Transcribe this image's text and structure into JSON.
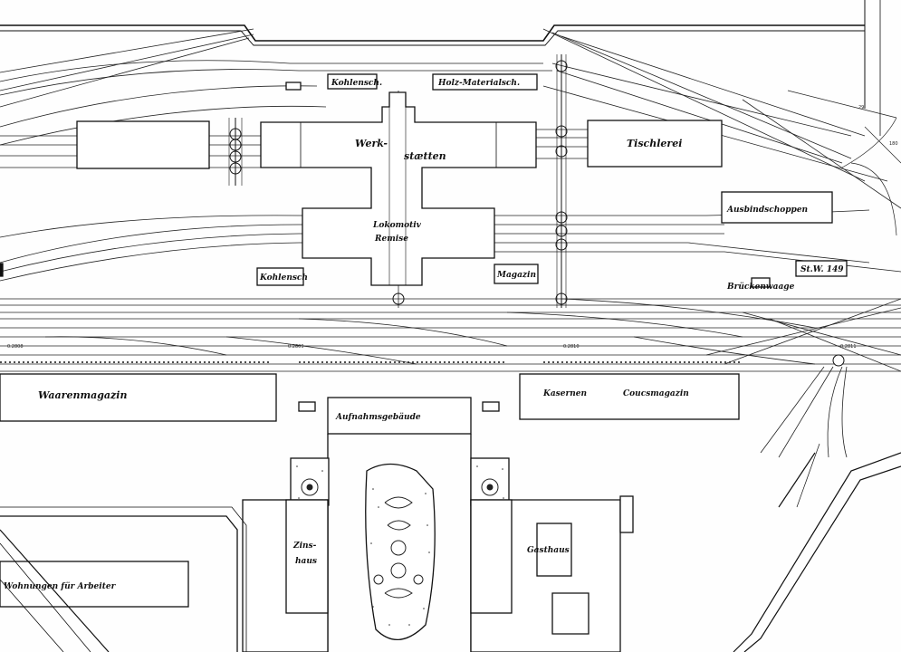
{
  "plan": {
    "buildings": {
      "kohlensch_top": "Kohlensch.",
      "holz_materialsch": "Holz-Materialsch.",
      "werkstaetten_1": "Werk-",
      "werkstaetten_2": "stætten",
      "tischlerei": "Tischlerei",
      "ausbindschoppen": "Ausbindschoppen",
      "lokomotiv": "Lokomotiv",
      "remise": "Remise",
      "kohlensch_mid": "Kohlensch",
      "magazin": "Magazin",
      "stw": "St.W. 149",
      "brueckenwaage": "Brückenwaage",
      "waarenmagazin": "Waarenmagazin",
      "aufnahmsgebaeude": "Aufnahmsgebäude",
      "kasernen": "Kasernen",
      "coucsmagazin": "Coucsmagazin",
      "zinshaus_1": "Zins-",
      "zinshaus_2": "haus",
      "gasthaus": "Gasthaus",
      "wohnungen": "Wohnungen für Arbeiter"
    },
    "chainage": {
      "km1": "0.2808",
      "km2": "0.2809",
      "km3": "0.2810",
      "km4": "0.2811"
    },
    "margin": {
      "m29": "29",
      "m180": "180"
    }
  }
}
